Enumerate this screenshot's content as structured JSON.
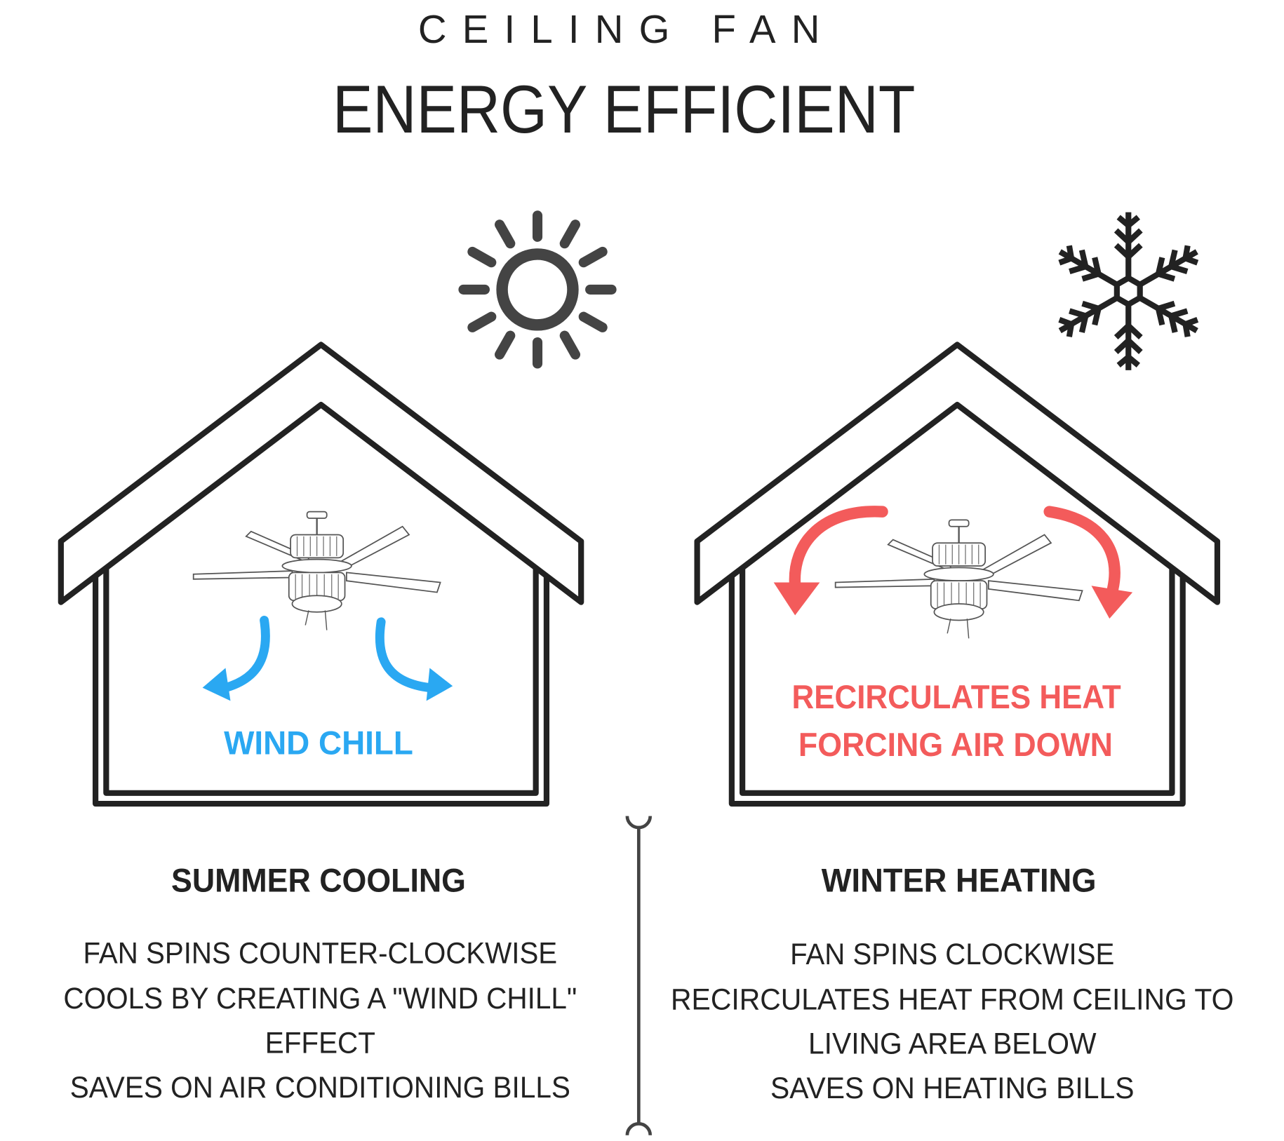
{
  "header": {
    "title": "CEILING FAN",
    "subtitle": "ENERGY EFFICIENT"
  },
  "colors": {
    "cool": "#2aa8f2",
    "heat": "#f35b5b",
    "ink": "#222222",
    "icon": "#444444"
  },
  "summer": {
    "icon": "sun-icon",
    "house_label": "WIND CHILL",
    "heading": "SUMMER COOLING",
    "lines": [
      "FAN SPINS COUNTER-CLOCKWISE",
      "COOLS BY CREATING A \"WIND CHILL\"",
      "EFFECT",
      "SAVES ON AIR CONDITIONING BILLS"
    ]
  },
  "winter": {
    "icon": "snowflake-icon",
    "house_label_lines": [
      "RECIRCULATES HEAT",
      "FORCING AIR DOWN"
    ],
    "heading": "WINTER HEATING",
    "lines": [
      "FAN SPINS CLOCKWISE",
      "RECIRCULATES HEAT FROM CEILING TO",
      "LIVING AREA BELOW",
      "SAVES ON HEATING BILLS"
    ]
  }
}
